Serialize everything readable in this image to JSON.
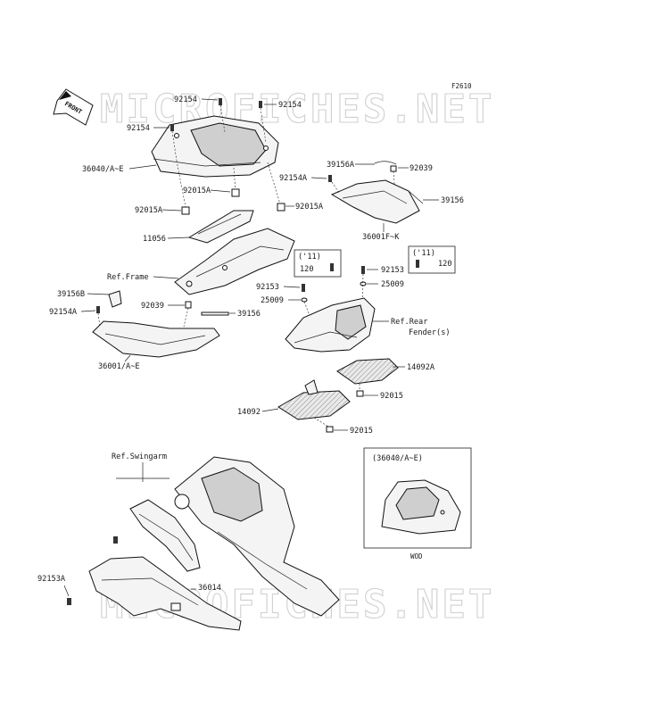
{
  "diagram_code": "F2610",
  "watermark": "MICROFICHES.NET",
  "front_arrow_label": "FRONT",
  "labels": {
    "l_92154_top": "92154",
    "l_92154_top_r": "92154",
    "l_92154_left": "92154",
    "l_36040": "36040/A~E",
    "l_92015A_a": "92015A",
    "l_92015A_b": "92015A",
    "l_92015A_c": "92015A",
    "l_11056": "11056",
    "l_ref_frame": "Ref.Frame",
    "l_39156A": "39156A",
    "l_92039_r": "92039",
    "l_92154A_r": "92154A",
    "l_39156_r": "39156",
    "l_36001F": "36001F~K",
    "l_11_a": "('11)",
    "l_120_a": "120",
    "l_11_b": "('11)",
    "l_120_b": "120",
    "l_92153_r": "92153",
    "l_25009_r": "25009",
    "l_92153_m": "92153",
    "l_25009_m": "25009",
    "l_39156B": "39156B",
    "l_92154A_l": "92154A",
    "l_92039_l": "92039",
    "l_39156_l": "39156",
    "l_ref_rear_1": "Ref.Rear",
    "l_ref_rear_2": "Fender(s)",
    "l_36001": "36001/A~E",
    "l_14092A": "14092A",
    "l_92015_a": "92015",
    "l_14092": "14092",
    "l_92015_b": "92015",
    "l_ref_swingarm": "Ref.Swingarm",
    "l_36040_box": "(36040/A~E)",
    "l_wod": "WOD",
    "l_92153A": "92153A",
    "l_36014": "36014"
  }
}
